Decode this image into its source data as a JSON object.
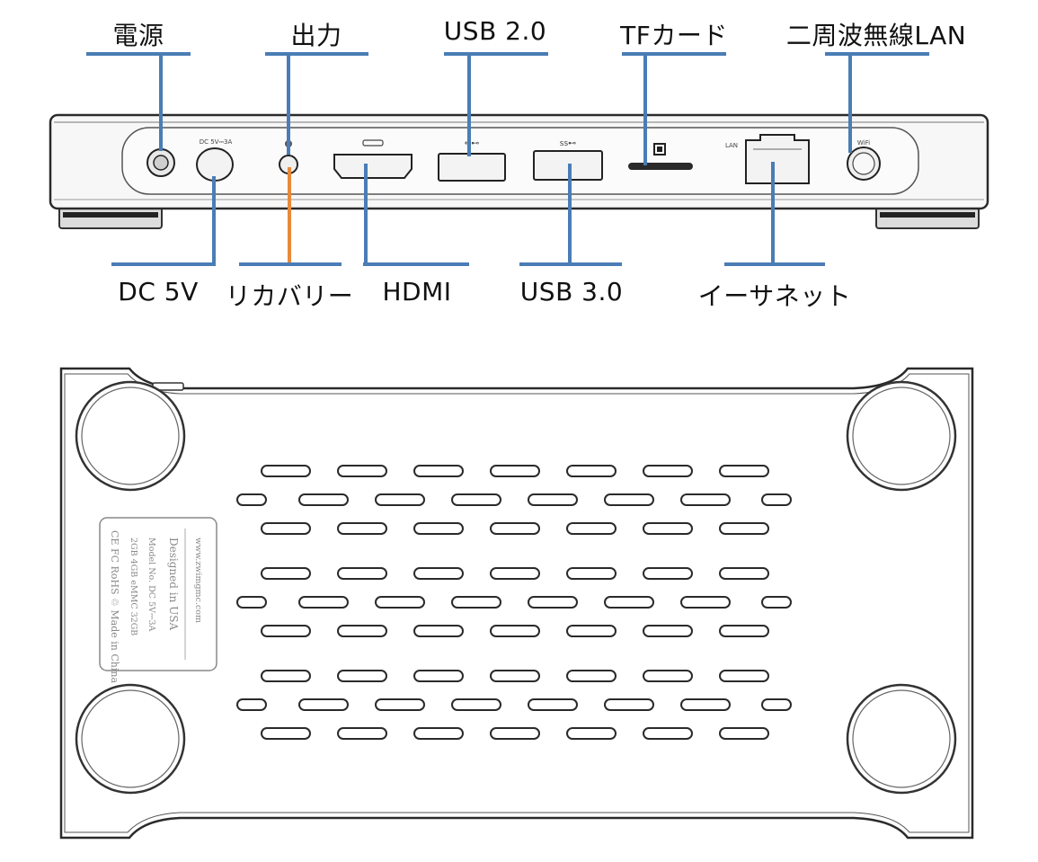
{
  "labels": {
    "power": "電源",
    "output": "出力",
    "usb2": "USB 2.0",
    "tf_card": "TFカード",
    "wifi": "二周波無線LAN",
    "dc": "DC 5V",
    "recovery": "リカバリー",
    "hdmi": "HDMI",
    "usb3": "USB 3.0",
    "ethernet": "イーサネット"
  },
  "panel": {
    "dc_marking": "DC 5V⎓3A",
    "lan_marking": "LAN",
    "wifi_marking": "WiFi"
  },
  "sticker": {
    "website": "www.zwimgmc.com",
    "designed": "Designed in USA",
    "model_line": "Model No.    DC 5V⎓3A",
    "spec_line": "2GB 4GB    eMMC 32GB",
    "cert_line": "CE FC RoHS ♲    Made in China"
  },
  "colors": {
    "leader": "#4a7db5",
    "recovery_leader": "#e8893a",
    "outline": "#2a2a2a"
  }
}
